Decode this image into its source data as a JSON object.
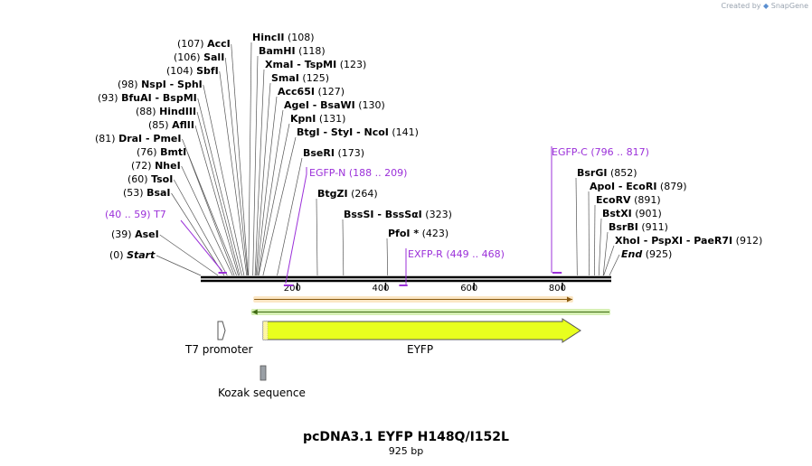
{
  "watermark": {
    "prefix": "Created by",
    "brand": "SnapGene"
  },
  "title": "pcDNA3.1 EYFP H148Q/I152L",
  "length": "925 bp",
  "colors": {
    "enzyme": "#000000",
    "primer": "#9b30d9",
    "eyfp_fill": "#e8ff1e",
    "orf_orange": "#f0a030",
    "orf_green": "#5aaa1e"
  },
  "enzymes": [
    {
      "label": "(107)",
      "name": "AccI",
      "extra": ""
    },
    {
      "label": "(106)",
      "name": "SalI",
      "extra": ""
    },
    {
      "label": "(104)",
      "name": "SbfI",
      "extra": ""
    },
    {
      "label": "(98)",
      "name": "NspI",
      "extra": "SphI"
    },
    {
      "label": "(93)",
      "name": "BfuAI",
      "extra": "BspMI"
    },
    {
      "label": "(88)",
      "name": "HindIII",
      "extra": ""
    },
    {
      "label": "(85)",
      "name": "AflII",
      "extra": ""
    },
    {
      "label": "(81)",
      "name": "DraI",
      "extra": "PmeI"
    },
    {
      "label": "(76)",
      "name": "BmtI",
      "extra": ""
    },
    {
      "label": "(72)",
      "name": "NheI",
      "extra": ""
    },
    {
      "label": "(60)",
      "name": "TsoI",
      "extra": ""
    },
    {
      "label": "(53)",
      "name": "BsaI",
      "extra": ""
    },
    {
      "label": "(39)",
      "name": "AseI",
      "extra": ""
    },
    {
      "label": "(0)",
      "name": "Start",
      "extra": ""
    },
    {
      "label": "(108)",
      "name": "HincII",
      "extra": ""
    },
    {
      "label": "(118)",
      "name": "BamHI",
      "extra": ""
    },
    {
      "label": "(123)",
      "name": "XmaI",
      "extra": "TspMI"
    },
    {
      "label": "(125)",
      "name": "SmaI",
      "extra": ""
    },
    {
      "label": "(127)",
      "name": "Acc65I",
      "extra": ""
    },
    {
      "label": "(130)",
      "name": "AgeI",
      "extra": "BsaWI"
    },
    {
      "label": "(131)",
      "name": "KpnI",
      "extra": ""
    },
    {
      "label": "(141)",
      "name": "BtgI",
      "extra": "StyI - NcoI"
    },
    {
      "label": "(173)",
      "name": "BseRI",
      "extra": ""
    },
    {
      "label": "(264)",
      "name": "BtgZI",
      "extra": ""
    },
    {
      "label": "(323)",
      "name": "BssSI",
      "extra": "BssSαI"
    },
    {
      "label": "(423)",
      "name": "PfoI *",
      "extra": ""
    },
    {
      "label": "(852)",
      "name": "BsrGI",
      "extra": ""
    },
    {
      "label": "(879)",
      "name": "ApoI",
      "extra": "EcoRI"
    },
    {
      "label": "(891)",
      "name": "EcoRV",
      "extra": ""
    },
    {
      "label": "(901)",
      "name": "BstXI",
      "extra": ""
    },
    {
      "label": "(911)",
      "name": "BsrBI",
      "extra": ""
    },
    {
      "label": "(912)",
      "name": "XhoI",
      "extra": "PspXI - PaeR7I"
    },
    {
      "label": "(925)",
      "name": "End",
      "extra": ""
    }
  ],
  "primers": [
    {
      "name": "T7",
      "range": "(40 .. 59)"
    },
    {
      "name": "EGFP-N",
      "range": "(188 .. 209)"
    },
    {
      "name": "EXFP-R",
      "range": "(449 .. 468)"
    },
    {
      "name": "EGFP-C",
      "range": "(796 .. 817)"
    }
  ],
  "ruler": {
    "ticks": [
      "200",
      "400",
      "600",
      "800"
    ]
  },
  "features": [
    {
      "name": "T7 promoter",
      "type": "promoter"
    },
    {
      "name": "EYFP",
      "type": "CDS"
    },
    {
      "name": "Kozak sequence",
      "type": "misc"
    }
  ]
}
